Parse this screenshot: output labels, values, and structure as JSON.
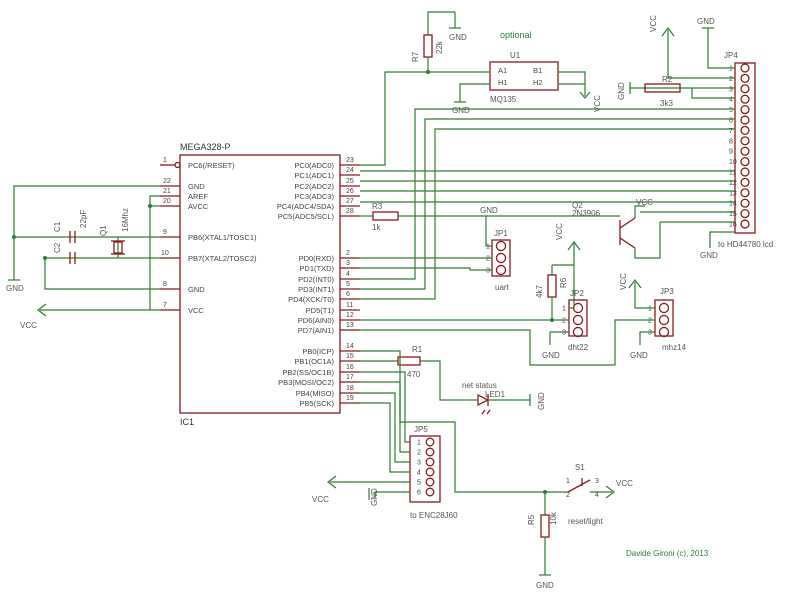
{
  "ic1": {
    "name": "IC1",
    "value": "MEGA328-P",
    "left_pins": [
      {
        "num": "1",
        "label": "PC6(/RESET)"
      },
      {
        "num": "22",
        "label": "GND"
      },
      {
        "num": "21",
        "label": "AREF"
      },
      {
        "num": "20",
        "label": "AVCC"
      },
      {
        "num": "9",
        "label": "PB6(XTAL1/TOSC1)"
      },
      {
        "num": "10",
        "label": "PB7(XTAL2/TOSC2)"
      },
      {
        "num": "8",
        "label": "GND"
      },
      {
        "num": "7",
        "label": "VCC"
      }
    ],
    "right_pins": [
      {
        "num": "23",
        "label": "PC0(ADC0)"
      },
      {
        "num": "24",
        "label": "PC1(ADC1)"
      },
      {
        "num": "25",
        "label": "PC2(ADC2)"
      },
      {
        "num": "26",
        "label": "PC3(ADC3)"
      },
      {
        "num": "27",
        "label": "PC4(ADC4/SDA)"
      },
      {
        "num": "28",
        "label": "PC5(ADC5/SCL)"
      },
      {
        "num": "2",
        "label": "PD0(RXD)"
      },
      {
        "num": "3",
        "label": "PD1(TXD)"
      },
      {
        "num": "4",
        "label": "PD2(INT0)"
      },
      {
        "num": "5",
        "label": "PD3(INT1)"
      },
      {
        "num": "6",
        "label": "PD4(XCK/T0)"
      },
      {
        "num": "11",
        "label": "PD5(T1)"
      },
      {
        "num": "12",
        "label": "PD6(AIN0)"
      },
      {
        "num": "13",
        "label": "PD7(AIN1)"
      },
      {
        "num": "14",
        "label": "PB0(ICP)"
      },
      {
        "num": "15",
        "label": "PB1(OC1A)"
      },
      {
        "num": "16",
        "label": "PB2(SS/OC1B)"
      },
      {
        "num": "17",
        "label": "PB3(MOSI/OC2)"
      },
      {
        "num": "18",
        "label": "PB4(MISO)"
      },
      {
        "num": "19",
        "label": "PB5(SCK)"
      }
    ]
  },
  "components": {
    "r7": {
      "name": "R7",
      "value": "22k"
    },
    "u1": {
      "name": "U1",
      "value": "MQ135",
      "pins": [
        "A1",
        "H1",
        "B1",
        "H2"
      ],
      "note": "optional"
    },
    "r2": {
      "name": "R2",
      "value": "3k3"
    },
    "jp4": {
      "name": "JP4",
      "note": "to HD44780 lcd",
      "pins": [
        "1",
        "2",
        "3",
        "4",
        "5",
        "6",
        "7",
        "8",
        "9",
        "10",
        "11",
        "12",
        "13",
        "14",
        "15",
        "16"
      ]
    },
    "c1": {
      "name": "C1",
      "value": "22pF"
    },
    "c2": {
      "name": "C2"
    },
    "q1": {
      "name": "Q1",
      "value": "16Mhz"
    },
    "r3": {
      "name": "R3",
      "value": "1k"
    },
    "q2": {
      "name": "Q2",
      "value": "2N3906"
    },
    "jp1": {
      "name": "JP1",
      "value": "uart",
      "pins": [
        "1",
        "2",
        "3"
      ]
    },
    "r6": {
      "name": "R6",
      "value": "4k7"
    },
    "jp2": {
      "name": "JP2",
      "value": "dht22",
      "pins": [
        "1",
        "2",
        "3"
      ]
    },
    "jp3": {
      "name": "JP3",
      "value": "mhz14",
      "pins": [
        "1",
        "2",
        "3"
      ]
    },
    "r1": {
      "name": "R1",
      "value": "470"
    },
    "led1": {
      "name": "LED1",
      "note": "net status"
    },
    "jp5": {
      "name": "JP5",
      "note": "to ENC28J60",
      "pins": [
        "1",
        "2",
        "3",
        "4",
        "5",
        "6"
      ]
    },
    "s1": {
      "name": "S1",
      "value": "reset/light",
      "pins": [
        "1",
        "2",
        "3",
        "4"
      ]
    },
    "r5": {
      "name": "R5",
      "value": "10k"
    }
  },
  "nets": {
    "gnd": "GND",
    "vcc": "VCC"
  },
  "credit": "Davide Gironi (c), 2013"
}
